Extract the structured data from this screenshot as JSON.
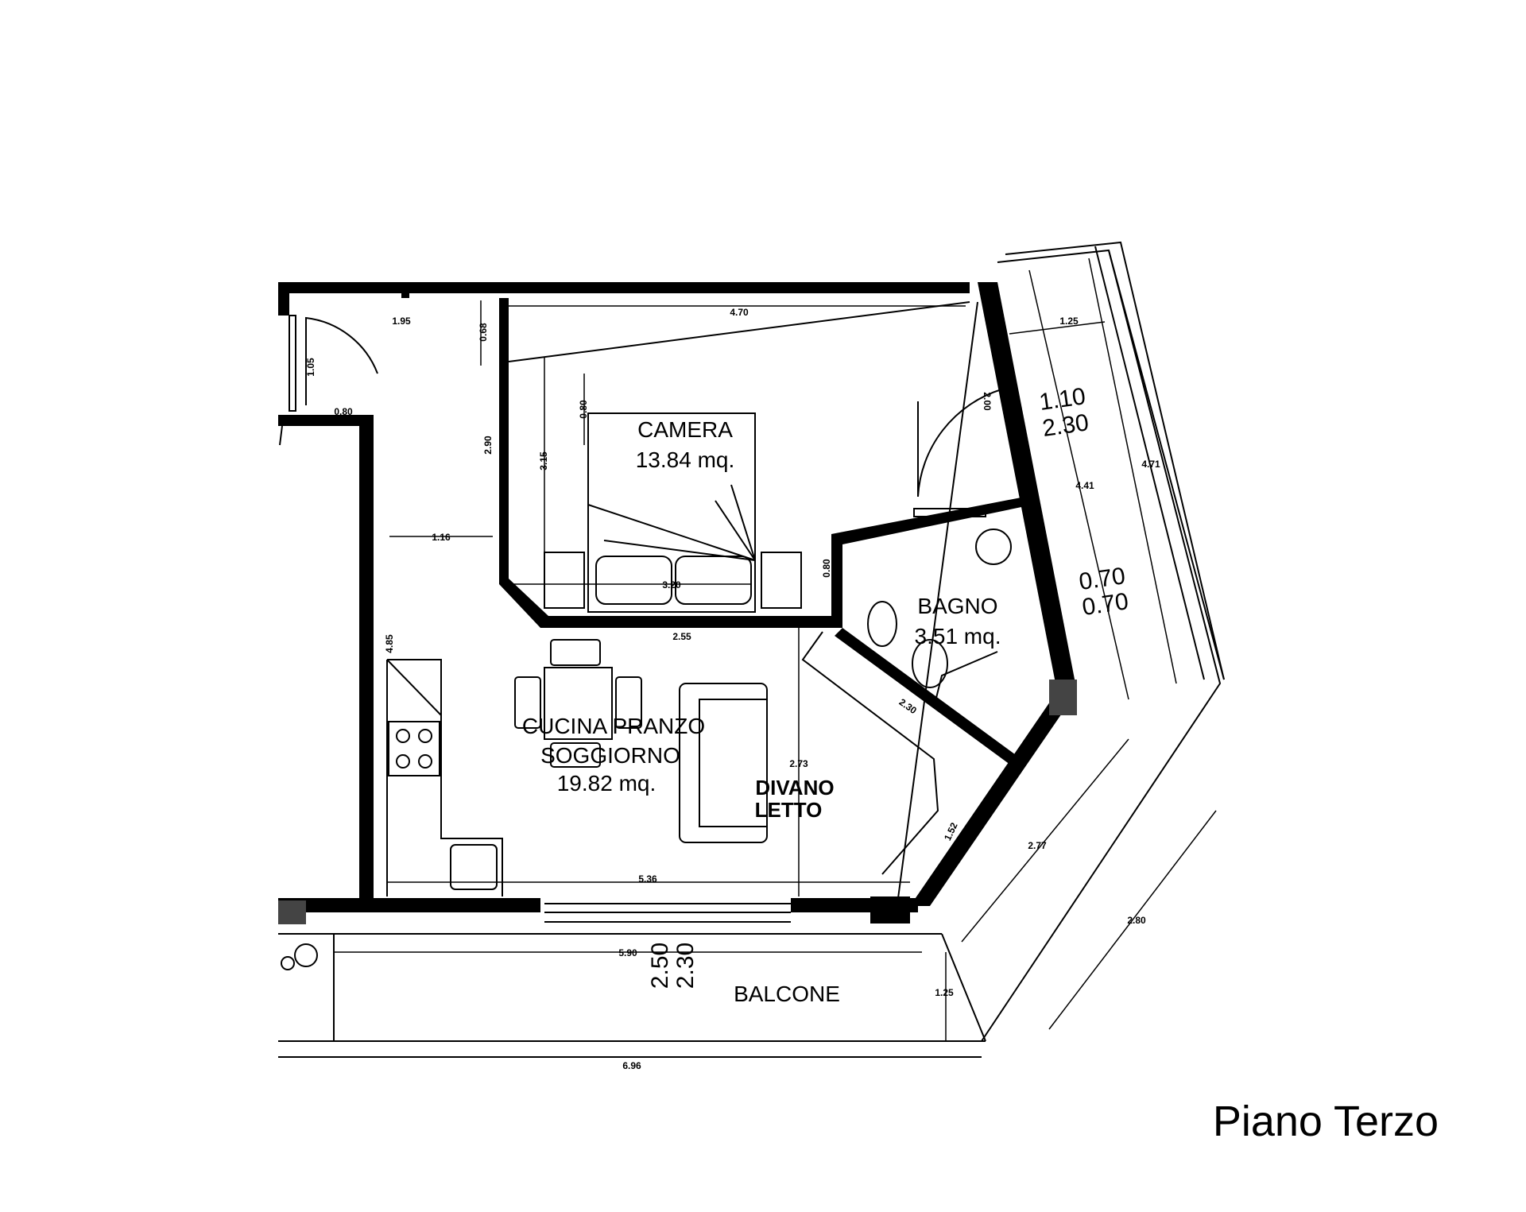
{
  "floor_title": "Piano Terzo",
  "rooms": {
    "camera": {
      "name": "CAMERA",
      "area": "13.84 mq."
    },
    "bagno": {
      "name": "BAGNO",
      "area": "3.51 mq."
    },
    "soggiorno": {
      "name_line1": "CUCINA PRANZO",
      "name_line2": "SOGGIORNO",
      "area": "19.82 mq."
    },
    "balcone": {
      "name": "BALCONE"
    }
  },
  "furniture": {
    "divano_line1": "DIVANO",
    "divano_line2": "LETTO"
  },
  "dimensions": {
    "d_470": "4.70",
    "d_195": "1.95",
    "d_105": "1.05",
    "d_080a": "0.80",
    "d_068": "0.68",
    "d_080b": "0.80",
    "d_290": "2.90",
    "d_315": "3.15",
    "d_116": "1.16",
    "d_320": "3.20",
    "d_080c": "0.80",
    "d_255": "2.55",
    "d_485": "4.85",
    "d_273": "2.73",
    "d_536": "5.36",
    "d_590": "5.90",
    "d_696": "6.96",
    "d_125a": "1.25",
    "d_125b": "1.25",
    "d_441": "4.41",
    "d_471": "4.71",
    "d_200": "2.00",
    "d_230": "2.30",
    "d_152": "1.52",
    "d_277": "2.77",
    "d_280": "2.80",
    "win_110": "1.10",
    "win_230": "2.30",
    "win_070a": "0.70",
    "win_070b": "0.70",
    "win_250": "2.50",
    "win_230b": "2.30"
  }
}
